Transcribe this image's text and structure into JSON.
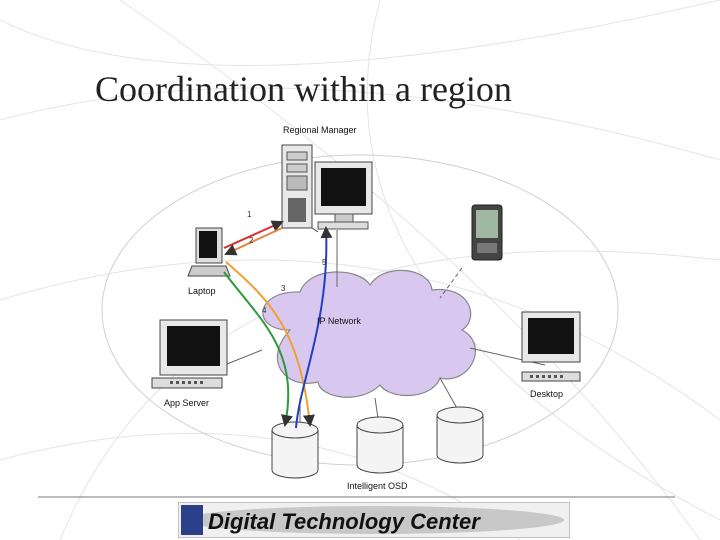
{
  "title": "Coordination within a region",
  "labels": {
    "regional_manager": "Regional Manager",
    "laptop": "Laptop",
    "ip_network": "IP Network",
    "app_server": "App Server",
    "desktop": "Desktop",
    "intelligent_osd": "Intelligent OSD"
  },
  "steps": [
    "1",
    "2",
    "3",
    "4",
    "5"
  ],
  "arrow_colors": {
    "step1": "#d83030",
    "step2": "#e08840",
    "step3": "#f0a030",
    "step4": "#2a9a3a",
    "step5": "#2040c0"
  },
  "cloud_color": "#d8c8f0",
  "logo_text": "Digital Technology Center"
}
